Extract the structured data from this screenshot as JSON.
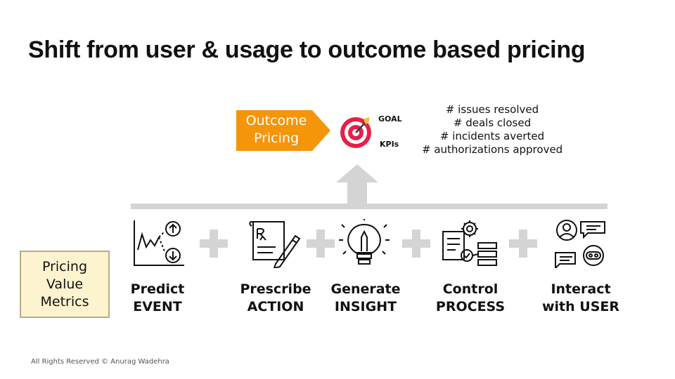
{
  "title": "Shift from user & usage to outcome based pricing",
  "outcome": {
    "label_line1": "Outcome",
    "label_line2": "Pricing",
    "color": "#f5950a",
    "goal_label": "GOAL",
    "kpi_label": "KPIs",
    "outcome_items": [
      "# issues resolved",
      "# deals closed",
      "# incidents averted",
      "# authorizations approved"
    ]
  },
  "metrics_box": {
    "line1": "Pricing",
    "line2": "Value",
    "line3": "Metrics",
    "fill": "#fef3cf"
  },
  "stages": [
    {
      "line1": "Predict",
      "line2": "EVENT",
      "icon": "line-chart-up-down-icon"
    },
    {
      "line1": "Prescribe",
      "line2": "ACTION",
      "icon": "prescription-pen-icon"
    },
    {
      "line1": "Generate",
      "line2": "INSIGHT",
      "icon": "lightbulb-pencil-icon"
    },
    {
      "line1": "Control",
      "line2": "PROCESS",
      "icon": "process-gear-flow-icon"
    },
    {
      "line1": "Interact",
      "line2": "with USER",
      "icon": "chat-user-bot-icon"
    }
  ],
  "footer": "All Rights Reserved © Anurag Wadehra"
}
